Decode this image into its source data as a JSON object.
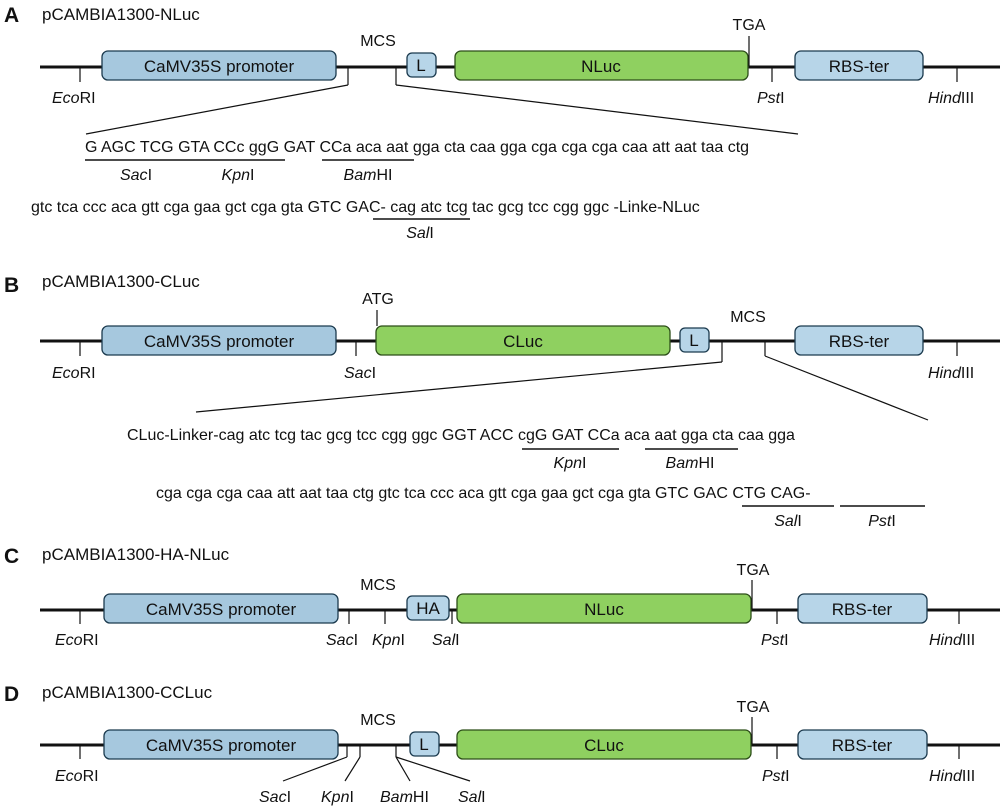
{
  "panels": {
    "A": {
      "letter": "A",
      "title": "pCAMBIA1300-NLuc",
      "promoter": "CaMV35S promoter",
      "linker": "L",
      "gene": "NLuc",
      "terminator": "RBS-ter",
      "mcs": "MCS",
      "tga": "TGA",
      "ecori": {
        "it": "Eco",
        "rm": "RI"
      },
      "psti": {
        "it": "Pst",
        "rm": "I"
      },
      "hindiii": {
        "it": "Hind",
        "rm": "III"
      },
      "seq1": {
        "sacI_part": "G AGC TC",
        "kpnI_part": "G GTA CC",
        "k_tail": "c gg",
        "bamHI_part": "G GAT CC",
        "rest": "a aca aat gga cta caa gga cga cga cga caa att aat taa ctg"
      },
      "sites1": [
        {
          "it": "Sac",
          "rm": "I"
        },
        {
          "it": "Kpn",
          "rm": "I"
        },
        {
          "it": "Bam",
          "rm": "HI"
        }
      ],
      "seq2": {
        "pre": "gtc tca ccc aca gtt cga gaa gct cga gta",
        "salI_part": "GTC GAC-",
        "post": "cag atc tcg tac gcg tcc cgg ggc -Linke-NLuc"
      },
      "sites2": [
        {
          "it": "Sal",
          "rm": "I"
        }
      ]
    },
    "B": {
      "letter": "B",
      "title": "pCAMBIA1300-CLuc",
      "promoter": "CaMV35S promoter",
      "linker": "L",
      "gene": "CLuc",
      "terminator": "RBS-ter",
      "mcs": "MCS",
      "atg": "ATG",
      "ecori": {
        "it": "Eco",
        "rm": "RI"
      },
      "saci": {
        "it": "Sac",
        "rm": "I"
      },
      "hindiii": {
        "it": "Hind",
        "rm": "III"
      },
      "seq1": {
        "pre": "CLuc-Linker-cag atc tcg tac gcg tcc cgg ggc",
        "kpnI_part": "GGT ACC",
        "mid": "cg",
        "bamHI_part": "G GAT CC",
        "rest": "a aca aat gga cta caa gga"
      },
      "sites1": [
        {
          "it": "Kpn",
          "rm": "I"
        },
        {
          "it": "Bam",
          "rm": "HI"
        }
      ],
      "seq2": {
        "pre": "cga cga cga caa att aat taa ctg gtc tca ccc aca gtt cga gaa gct cga gta",
        "salI_part": "GTC GAC",
        "pstI_part": "CTG CAG-"
      },
      "sites2": [
        {
          "it": "Sal",
          "rm": "I"
        },
        {
          "it": "Pst",
          "rm": "I"
        }
      ]
    },
    "C": {
      "letter": "C",
      "title": "pCAMBIA1300-HA-NLuc",
      "promoter": "CaMV35S promoter",
      "tag": "HA",
      "gene": "NLuc",
      "terminator": "RBS-ter",
      "mcs": "MCS",
      "tga": "TGA",
      "ecori": {
        "it": "Eco",
        "rm": "RI"
      },
      "saci": {
        "it": "Sac",
        "rm": "I"
      },
      "kpni": {
        "it": "Kpn",
        "rm": "I"
      },
      "sali": {
        "it": "Sal",
        "rm": "I"
      },
      "psti": {
        "it": "Pst",
        "rm": "I"
      },
      "hindiii": {
        "it": "Hind",
        "rm": "III"
      }
    },
    "D": {
      "letter": "D",
      "title": "pCAMBIA1300-CCLuc",
      "promoter": "CaMV35S promoter",
      "linker": "L",
      "gene": "CLuc",
      "terminator": "RBS-ter",
      "mcs": "MCS",
      "tga": "TGA",
      "ecori": {
        "it": "Eco",
        "rm": "RI"
      },
      "saci": {
        "it": "Sac",
        "rm": "I"
      },
      "kpni": {
        "it": "Kpn",
        "rm": "I"
      },
      "bamhi": {
        "it": "Bam",
        "rm": "HI"
      },
      "sali": {
        "it": "Sal",
        "rm": "I"
      },
      "psti": {
        "it": "Pst",
        "rm": "I"
      },
      "hindiii": {
        "it": "Hind",
        "rm": "III"
      }
    }
  }
}
